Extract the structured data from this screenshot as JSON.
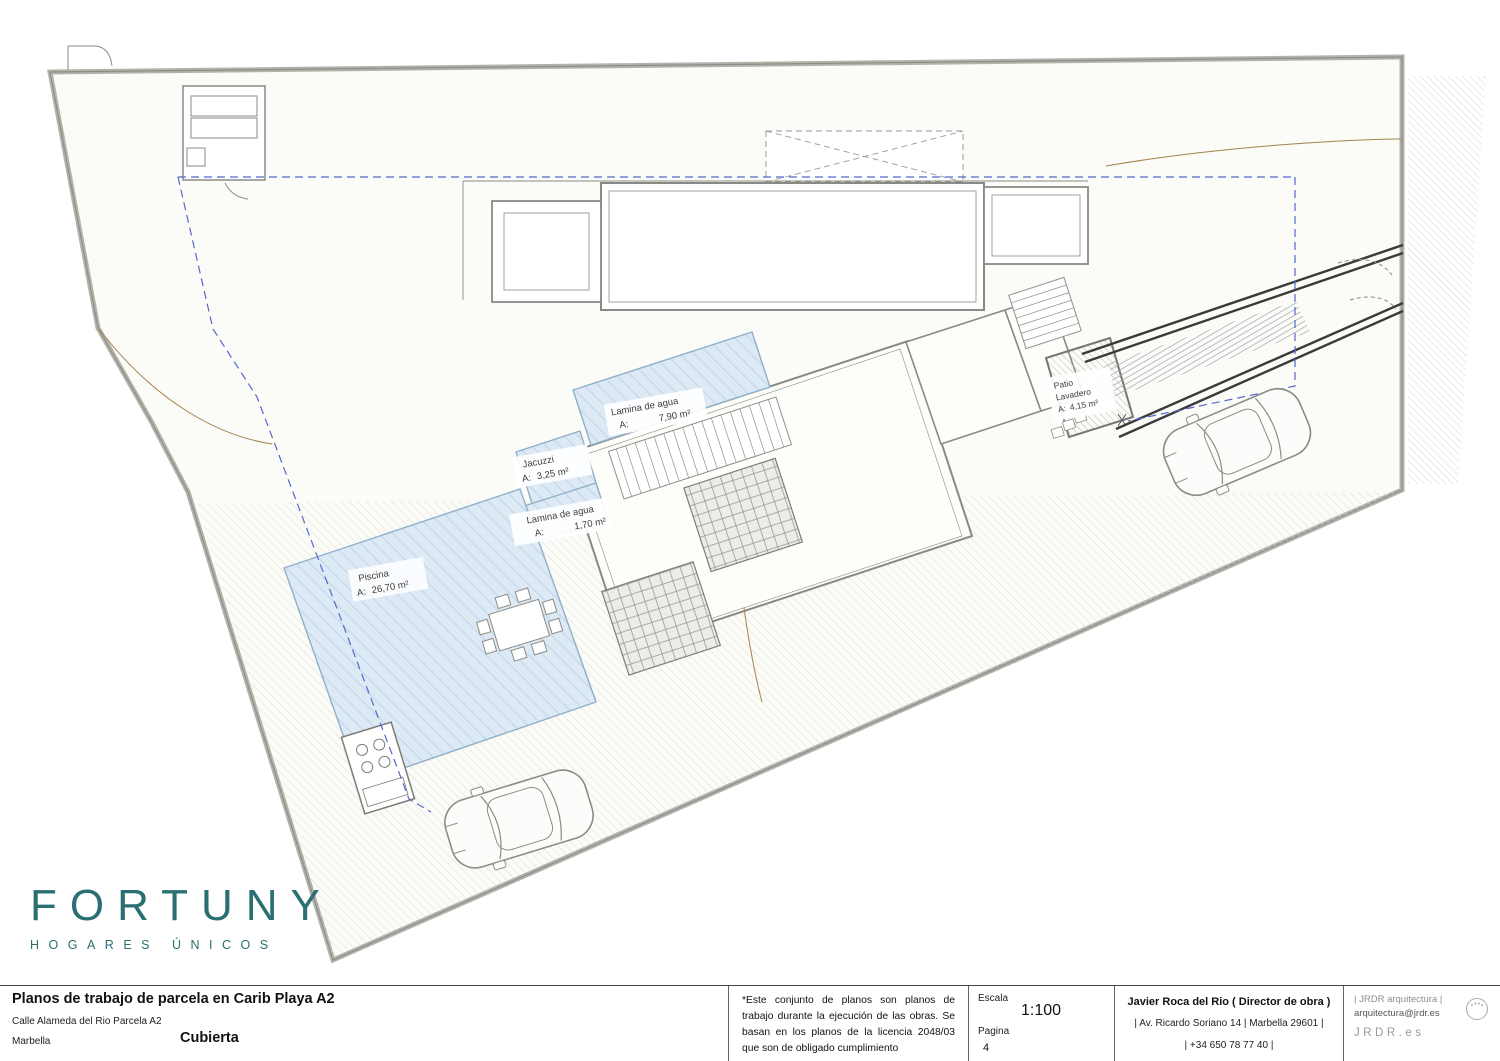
{
  "colors": {
    "brand_teal": "#2a6f72",
    "pool_blue": "#dde9f4",
    "setback_dashed_blue": "#5468cc"
  },
  "logo": {
    "name": "FORTUNY",
    "tagline": "HOGARES ÚNICOS"
  },
  "plan": {
    "areas": {
      "lamina1": {
        "name": "Lamina de agua",
        "a": "A:",
        "value": "7,90 m²"
      },
      "jacuzzi": {
        "name": "Jacuzzi",
        "a": "A:",
        "value": "3,25 m²"
      },
      "lamina2": {
        "name": "Lamina de agua",
        "a": "A:",
        "value": "1,70 m²"
      },
      "piscina": {
        "name": "Piscina",
        "a": "A:",
        "value": "26,70 m²"
      },
      "patio": {
        "line1": "Patio",
        "line2": "Lavadero",
        "a": "A:",
        "value": "4,15 m²"
      }
    }
  },
  "titleblock": {
    "project_title": "Planos de trabajo de parcela en Carib Playa A2",
    "address_line": "Calle Alameda del Rio Parcela A2",
    "city": "Marbella",
    "sheet_name": "Cubierta",
    "note": "*Este conjunto de planos son planos de trabajo durante la ejecución de las obras. Se basan en los planos de la licencia 2048/03 que son de obligado cumplimiento",
    "scale_label": "Escala",
    "scale_value": "1:100",
    "page_label": "Pagina",
    "page_value": "4",
    "director": "Javier Roca del Rio ( Director de obra )",
    "office_address": "| Av. Ricardo Soriano 14 | Marbella 29601 |",
    "phone": "| +34 650 78 77 40 |",
    "firm": "| JRDR arquitectura |",
    "email": "arquitectura@jrdr.es",
    "web": "JRDR.es"
  }
}
